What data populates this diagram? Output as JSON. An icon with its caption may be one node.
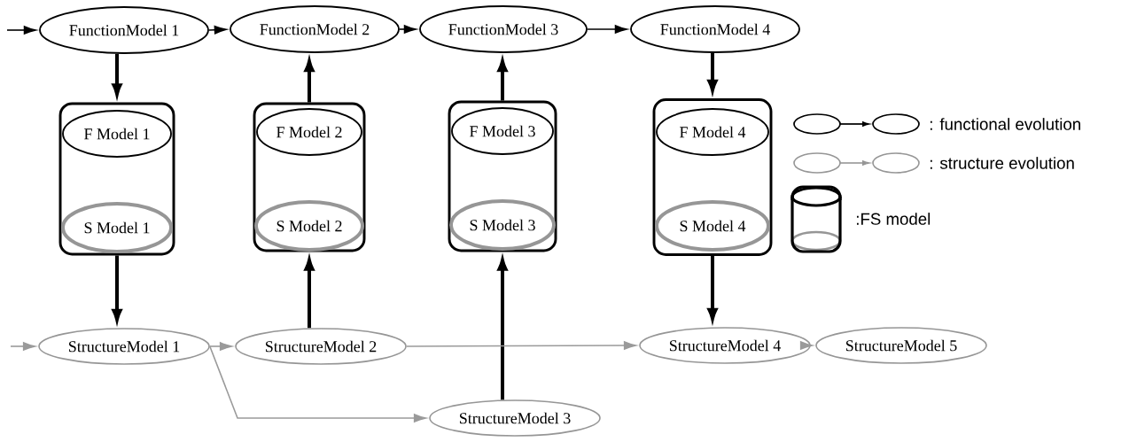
{
  "diagram": {
    "nodes": [
      {
        "text": [
          "FunctionModel  1"
        ]
      },
      {
        "text": [
          "FunctionModel  2"
        ]
      },
      {
        "text": [
          "FunctionModel  3"
        ]
      },
      {
        "text": [
          "FunctionModel  4"
        ]
      },
      {
        "text": [],
        "shape": "cylinder"
      },
      {
        "text": [
          "F Model 1"
        ],
        "in": 4
      },
      {
        "text": [
          "S Model 1"
        ],
        "in": 4
      },
      {
        "text": [],
        "shape": "cylinder"
      },
      {
        "text": [
          "F Model 2"
        ],
        "in": 7
      },
      {
        "text": [
          "S Model 2"
        ],
        "in": 7
      },
      {
        "text": [],
        "shape": "cylinder"
      },
      {
        "text": [
          "F Model 3"
        ],
        "in": 10
      },
      {
        "text": [
          "S Model 3"
        ],
        "in": 10
      },
      {
        "text": [],
        "shape": "cylinder"
      },
      {
        "text": [
          "F Model 4"
        ],
        "in": 13
      },
      {
        "text": [
          "S Model 4"
        ],
        "in": 13
      },
      {
        "text": [
          "StructureModel  1"
        ]
      },
      {
        "text": [
          "StructureModel  2"
        ]
      },
      {
        "text": [
          "StructureModel  3"
        ]
      },
      {
        "text": [
          "StructureModel  4"
        ]
      },
      {
        "text": [
          "StructureModel  5"
        ]
      }
    ],
    "edges": [
      {
        "from": null,
        "to": 0,
        "arrow": "to"
      },
      {
        "from": 0,
        "to": 1,
        "arrow": "to"
      },
      {
        "from": 1,
        "to": 2,
        "arrow": "to"
      },
      {
        "from": 2,
        "to": 3,
        "arrow": "to"
      },
      {
        "from": 0,
        "to": 4,
        "arrow": "to",
        "style": "thick"
      },
      {
        "from": 7,
        "to": 1,
        "arrow": "to",
        "style": "thick"
      },
      {
        "from": 10,
        "to": 2,
        "arrow": "to",
        "style": "thick"
      },
      {
        "from": 3,
        "to": 13,
        "arrow": "to",
        "style": "thick"
      },
      {
        "from": 4,
        "to": 16,
        "arrow": "to",
        "style": "thick"
      },
      {
        "from": 17,
        "to": 7,
        "arrow": "to",
        "style": "thick"
      },
      {
        "from": 18,
        "to": 10,
        "arrow": "to",
        "style": "thick"
      },
      {
        "from": 13,
        "to": 19,
        "arrow": "to",
        "style": "thick"
      },
      {
        "from": null,
        "to": 16,
        "arrow": "to",
        "color": "#9a9a9a"
      },
      {
        "from": 16,
        "to": 17,
        "arrow": "to",
        "color": "#9a9a9a"
      },
      {
        "from": 16,
        "to": 18,
        "arrow": "to",
        "color": "#9a9a9a"
      },
      {
        "from": 17,
        "to": 19,
        "arrow": "to",
        "color": "#9a9a9a"
      },
      {
        "from": 19,
        "to": 20,
        "arrow": "to",
        "color": "#9a9a9a"
      }
    ],
    "legend": [
      {
        "text": ": functional evolution"
      },
      {
        "text": ": structure evolution"
      },
      {
        "text": ":FS model"
      }
    ]
  }
}
